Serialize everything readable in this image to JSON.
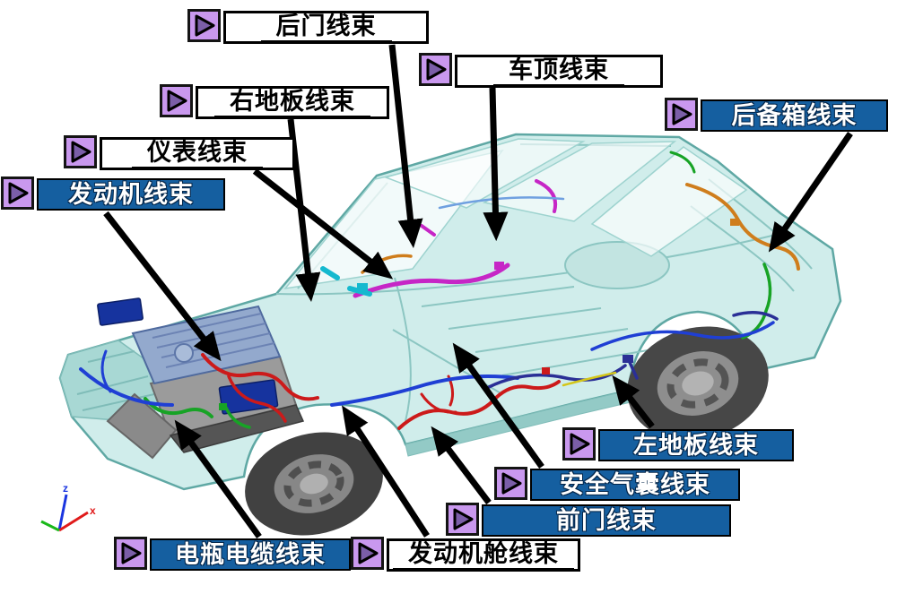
{
  "diagram": {
    "description": "car body wiring harness overview",
    "labels": [
      {
        "id": "rear-door-harness",
        "text": "后门线束",
        "variant": "white"
      },
      {
        "id": "roof-harness",
        "text": "车顶线束",
        "variant": "white"
      },
      {
        "id": "right-floor-harness",
        "text": "右地板线束",
        "variant": "white"
      },
      {
        "id": "instrument-harness",
        "text": "仪表线束",
        "variant": "white"
      },
      {
        "id": "engine-harness",
        "text": "发动机线束",
        "variant": "blue"
      },
      {
        "id": "trunk-harness",
        "text": "后备箱线束",
        "variant": "blue"
      },
      {
        "id": "left-floor-harness",
        "text": "左地板线束",
        "variant": "blue"
      },
      {
        "id": "airbag-harness",
        "text": "安全气囊线束",
        "variant": "blue"
      },
      {
        "id": "front-door-harness",
        "text": "前门线束",
        "variant": "blue"
      },
      {
        "id": "battery-cable-harness",
        "text": "电瓶电缆线束",
        "variant": "blue"
      },
      {
        "id": "engine-bay-harness",
        "text": "发动机舱线束",
        "variant": "white"
      }
    ],
    "axis_triad": {
      "x": "x",
      "z": "z"
    },
    "colors": {
      "label_blue_bg": "#155fa0",
      "label_white_bg": "#ffffff",
      "label_border": "#000000",
      "icon_bg": "#c998ee",
      "icon_triangle": "#7b5ea8",
      "arrow": "#000000",
      "car_body": "#cdecea",
      "car_outline": "#5fa8a4",
      "wheel_tire": "#464646",
      "wheel_rim": "#8d8d8d",
      "engine_cover": "#93a9cd",
      "harnesses": {
        "red": "#cc1a1a",
        "green": "#17a325",
        "blue": "#1f3fd4",
        "navy": "#2a2f96",
        "magenta": "#c626c6",
        "orange": "#cf7d1c",
        "cyan": "#15b9cf",
        "yellow": "#d4c619",
        "lightblue": "#6fa0e0"
      }
    }
  }
}
